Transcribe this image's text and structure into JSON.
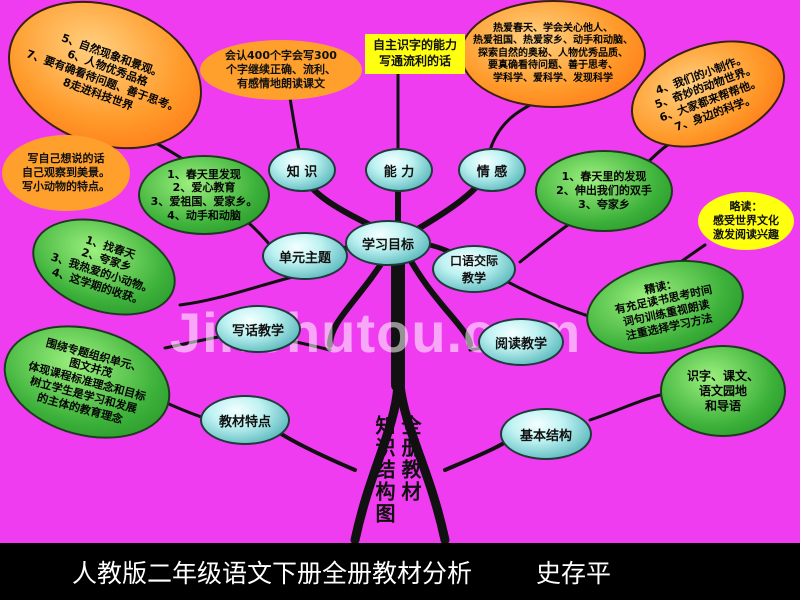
{
  "colors": {
    "background": "#f03cf0",
    "trunk": "#111111",
    "teal_node": "#4fb3b7",
    "green_node": "#3cb13a",
    "orange_node": "#ff9a2a",
    "yellow_box": "#ffff10",
    "footer_bg": "#000000",
    "footer_text": "#ffffff"
  },
  "nodes": {
    "goal": "学习目标",
    "knowledge": "知 识",
    "ability": "能 力",
    "emotion": "情 感",
    "unit_theme": "单元主题",
    "oral": "口语交际\n教学",
    "writing": "写话教学",
    "reading": "阅读教学",
    "textbook_features": "教材特点",
    "basic_structure": "基本结构"
  },
  "bubbles": {
    "orange_top_left": "5、自然现象和景观。\n6、人物优秀品格\n7、要有确看待问题、善于思考。\n8走进科技世界",
    "box_knowledge": "会认400个字会写300\n个字继续正确、流利、\n有感情地朗读课文",
    "box_ability": "自主识字的能力\n写通流利的话",
    "emotion_orange": "热爱春天、学会关心他人、\n热爱祖国、热爱家乡、动手和动脑、\n探索自然的奥秘、人物优秀品质、\n要真确看待问题、善于思考、\n学科学、爱科学、发现科学",
    "orange_top_right": "4、我们的小制作。\n5、奇妙的动物世界。\n6、大家都来帮帮他。\n7、身边的科学。",
    "orange_left_mid": "写自己想说的话\n自己观察到美景。\n写小动物的特点。",
    "green_unit": "1、春天里发现\n2、爱心教育\n3、爱祖国、爱家乡。\n4、动手和动脑",
    "green_right_mid": "1、春天里的发现\n2、伸出我们的双手\n3、夸家乡",
    "yellow_reading": "略读：\n感受世界文化\n激发阅读兴趣",
    "green_left_lower": "1、找春天\n2、夸家乡\n3、我热爱的小动物。\n4、这学期的收获。",
    "green_right_lower": "精读：\n有充足读书思考时间\n词句训练重视朗读\n注重选择学习方法",
    "green_left_bottom": "围绕专题组织单元、\n图文并茂\n体现课程标准理念和目标\n树立学生是学习和发展\n的主体的教育理念",
    "green_right_bottom": "识字、课文、\n语文园地\n和导语"
  },
  "vertical_text": {
    "col1": "全册教材",
    "col2": "知识结构图"
  },
  "footer": {
    "title": "人教版二年级语文下册全册教材分析",
    "author": "史存平"
  },
  "watermark": "Jinchutou.com"
}
